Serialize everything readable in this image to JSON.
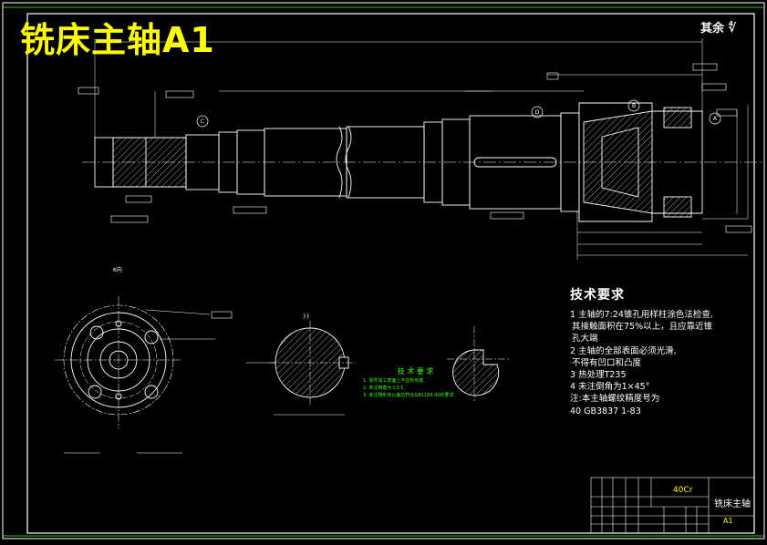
{
  "header": {
    "title": "铣床主轴A1",
    "rest_roughness_note": "其余 ∜"
  },
  "tech_requirements": {
    "heading": "技术要求",
    "lines": [
      "1   主轴的7:24锥孔用样柱涂色法检查,",
      "其接触面积在75%以上，且应靠近锥",
      "孔大端",
      "2   主轴的全部表面必须光滑,",
      "不得有凹口和凸度",
      "3   热处理T235",
      "4   未注倒角为1×45°",
      "注:本主轴螺纹精度号为",
      "      40 GB3837 1-83"
    ]
  },
  "green_note": {
    "heading": "技 术 要 求",
    "lines": [
      "1. 零件加工表面上不应有划痕,",
      "2. 未注倒角为 C0.5,",
      "3. 未注明形状公差应符合GB1184-80的要求."
    ]
  },
  "title_block": {
    "material": "40Cr",
    "part_name": "铣床主轴",
    "sheet_size": "A1"
  },
  "views": {
    "section_a": "A",
    "section_b": "B",
    "section_c": "C",
    "section_d": "D",
    "view_k": "K向",
    "view_jj": "J-J"
  },
  "colors": {
    "background": "#000000",
    "lines": "#ffffff",
    "title": "#ffff00",
    "note": "#39ff14"
  }
}
